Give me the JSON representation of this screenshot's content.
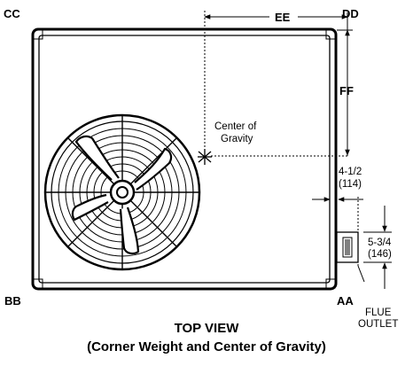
{
  "corners": {
    "cc": "CC",
    "dd": "DD",
    "bb": "BB",
    "aa": "AA"
  },
  "dimensions": {
    "ee": "EE",
    "ff": "FF",
    "side_offset": "4-1/2",
    "side_offset_metric": "(114)",
    "outlet_offset": "5-3/4",
    "outlet_offset_metric": "(146)"
  },
  "center_of_gravity": {
    "line1": "Center of",
    "line2": "Gravity"
  },
  "flue": {
    "line1": "FLUE",
    "line2": "OUTLET"
  },
  "caption": {
    "title": "TOP VIEW",
    "subtitle": "(Corner Weight and Center of Gravity)"
  }
}
